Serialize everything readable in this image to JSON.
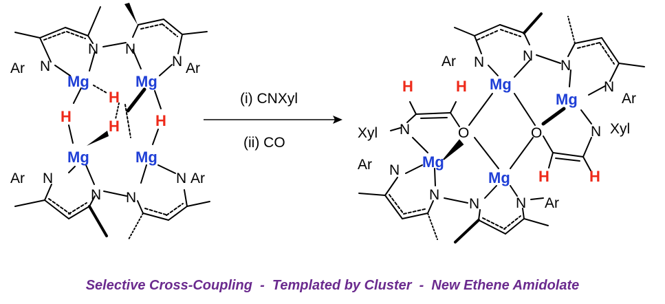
{
  "colors": {
    "magnesium": "#1f3fd6",
    "hydrogen": "#ee2a1a",
    "caption": "#6a2a8e",
    "bond": "#000000"
  },
  "atoms": {
    "mg": "Mg",
    "h": "H",
    "n": "N",
    "o": "O",
    "ar": "Ar",
    "xyl": "Xyl"
  },
  "reaction": {
    "step1": "(i) CNXyl",
    "step2": "(ii) CO"
  },
  "caption": "Selective Cross-Coupling  -  Templated by Cluster  -  New Ethene Amidolate"
}
